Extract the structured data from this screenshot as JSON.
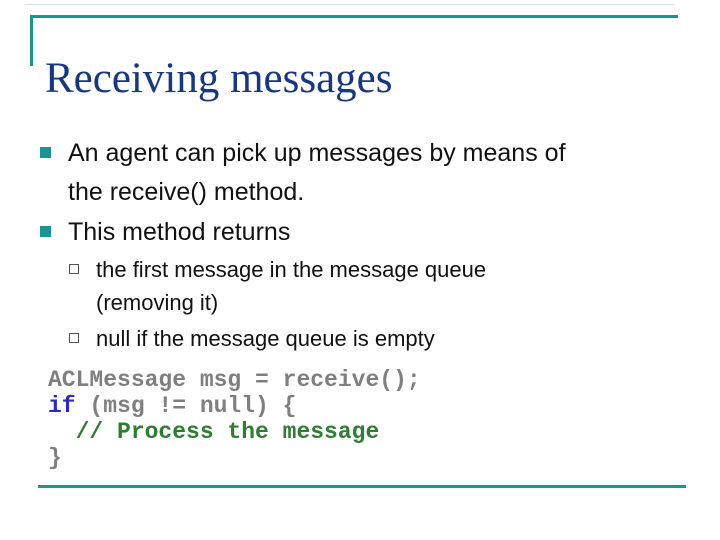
{
  "slide": {
    "title": "Receiving messages",
    "bullets": [
      {
        "level": 1,
        "lines": [
          "An agent can pick up messages by means of",
          "the receive() method."
        ]
      },
      {
        "level": 1,
        "lines": [
          "This method returns"
        ]
      },
      {
        "level": 2,
        "lines": [
          "the first message in the message queue",
          "(removing it)"
        ]
      },
      {
        "level": 2,
        "lines": [
          "null if the message queue is empty"
        ]
      }
    ],
    "code": {
      "lines": [
        [
          {
            "text": "ACLMessage msg = receive();",
            "type": "default"
          }
        ],
        [
          {
            "text": "if",
            "type": "keyword"
          },
          {
            "text": " (msg != null) {",
            "type": "default"
          }
        ],
        [
          {
            "text": "  // Process the message",
            "type": "comment"
          }
        ],
        [
          {
            "text": "}",
            "type": "default"
          }
        ]
      ]
    },
    "colors": {
      "teal_accent": "#1b9494",
      "faint_line": "#d4e6e6",
      "title_navy": "#17377e",
      "body_text": "#111111",
      "code_default": "#7f7f7f",
      "code_keyword": "#2929c0",
      "code_comment": "#2e7d32"
    }
  }
}
